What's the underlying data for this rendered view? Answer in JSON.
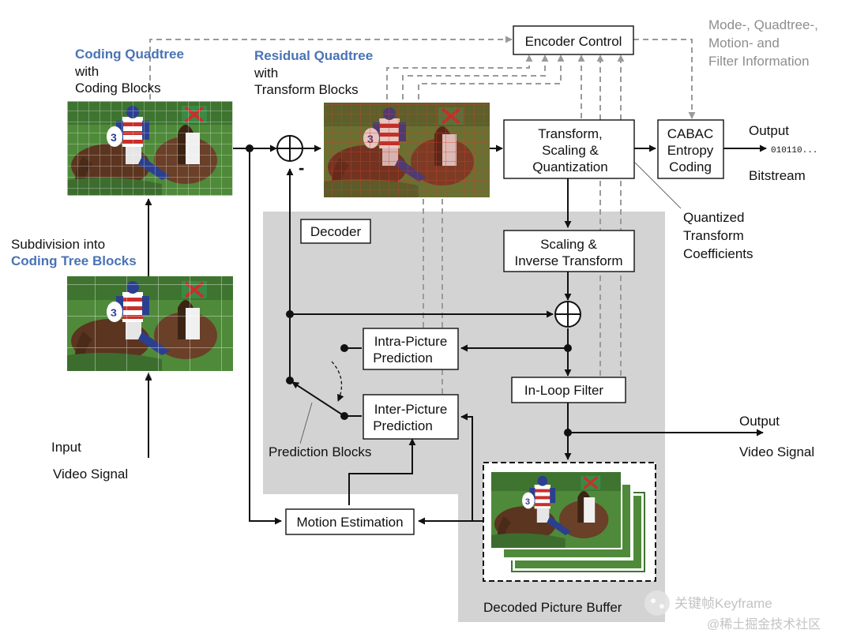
{
  "labels": {
    "coding_quadtree": "Coding Quadtree",
    "with_1": "with",
    "coding_blocks": "Coding Blocks",
    "residual_quadtree": "Residual Quadtree",
    "with_2": "with",
    "transform_blocks": "Transform Blocks",
    "subdivision_into": "Subdivision into",
    "coding_tree_blocks": "Coding Tree Blocks",
    "input": "Input",
    "video_signal_in": "Video Signal",
    "minus_sign": "-",
    "output_bitstream": "Output",
    "bitstream_bits": "010110...",
    "bitstream": "Bitstream",
    "quantized_1": "Quantized",
    "quantized_2": "Transform",
    "quantized_3": "Coefficients",
    "side_info_1": "Mode-, Quadtree-,",
    "side_info_2": "Motion- and",
    "side_info_3": "Filter Information",
    "output_video": "Output",
    "video_signal_out": "Video Signal",
    "prediction_blocks": "Prediction Blocks",
    "decoded_picture_buffer": "Decoded Picture Buffer"
  },
  "blocks": {
    "encoder_control": "Encoder Control",
    "transform_1": "Transform,",
    "transform_2": "Scaling &",
    "transform_3": "Quantization",
    "cabac_1": "CABAC",
    "cabac_2": "Entropy",
    "cabac_3": "Coding",
    "decoder": "Decoder",
    "scaling_1": "Scaling &",
    "scaling_2": "Inverse Transform",
    "intra_1": "Intra-Picture",
    "intra_2": "Prediction",
    "inter_1": "Inter-Picture",
    "inter_2": "Prediction",
    "in_loop_filter": "In-Loop Filter",
    "motion_estimation": "Motion Estimation"
  },
  "watermark": {
    "line1": "关键帧Keyframe",
    "line2": "@稀土掘金技术社区"
  },
  "colors": {
    "accent_blue": "#4a73b5",
    "decoder_gray": "#d3d3d3",
    "control_dash": "#9a9a9a",
    "grid_red": "#c8432f",
    "grass_green": "#4f8a3a"
  }
}
